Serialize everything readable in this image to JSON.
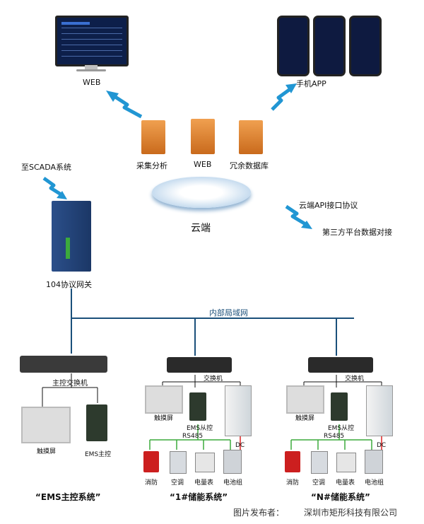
{
  "top": {
    "web_label": "WEB",
    "app_label": "手机APP"
  },
  "cloud": {
    "servers": [
      "采集分析",
      "WEB",
      "冗余数据库"
    ],
    "label": "云端",
    "api_label": "云端API接口协议",
    "third_party_label": "第三方平台数据对接"
  },
  "gateway": {
    "scada_label": "至SCADA系统",
    "label": "104协议网关"
  },
  "network": {
    "lan_label": "内部局域网"
  },
  "ems_master": {
    "switch_label": "主控交换机",
    "touch_label": "触摸屏",
    "ems_label": "EMS主控",
    "system_label": "“EMS主控系统”"
  },
  "storage1": {
    "switch_label": "交换机",
    "touch_label": "触摸屏",
    "ems_label": "EMS从控",
    "rs485": "RS485",
    "dc": "DC",
    "devices": [
      "消防",
      "空调",
      "电量表",
      "电池组"
    ],
    "system_label": "“1#储能系统”"
  },
  "storageN": {
    "switch_label": "交换机",
    "touch_label": "触摸屏",
    "ems_label": "EMS从控",
    "rs485": "RS485",
    "dc": "DC",
    "devices": [
      "消防",
      "空调",
      "电量表",
      "电池组"
    ],
    "system_label": "“N#储能系统”"
  },
  "footer": {
    "publisher": "图片发布者：",
    "company": "深圳市矩形科技有限公司"
  },
  "colors": {
    "network_line": "#1a4f7a",
    "signal_blue": "#2196d3",
    "rs485_line": "#3caa3c",
    "dc_line": "#d22",
    "server_orange": "#e8862a"
  }
}
